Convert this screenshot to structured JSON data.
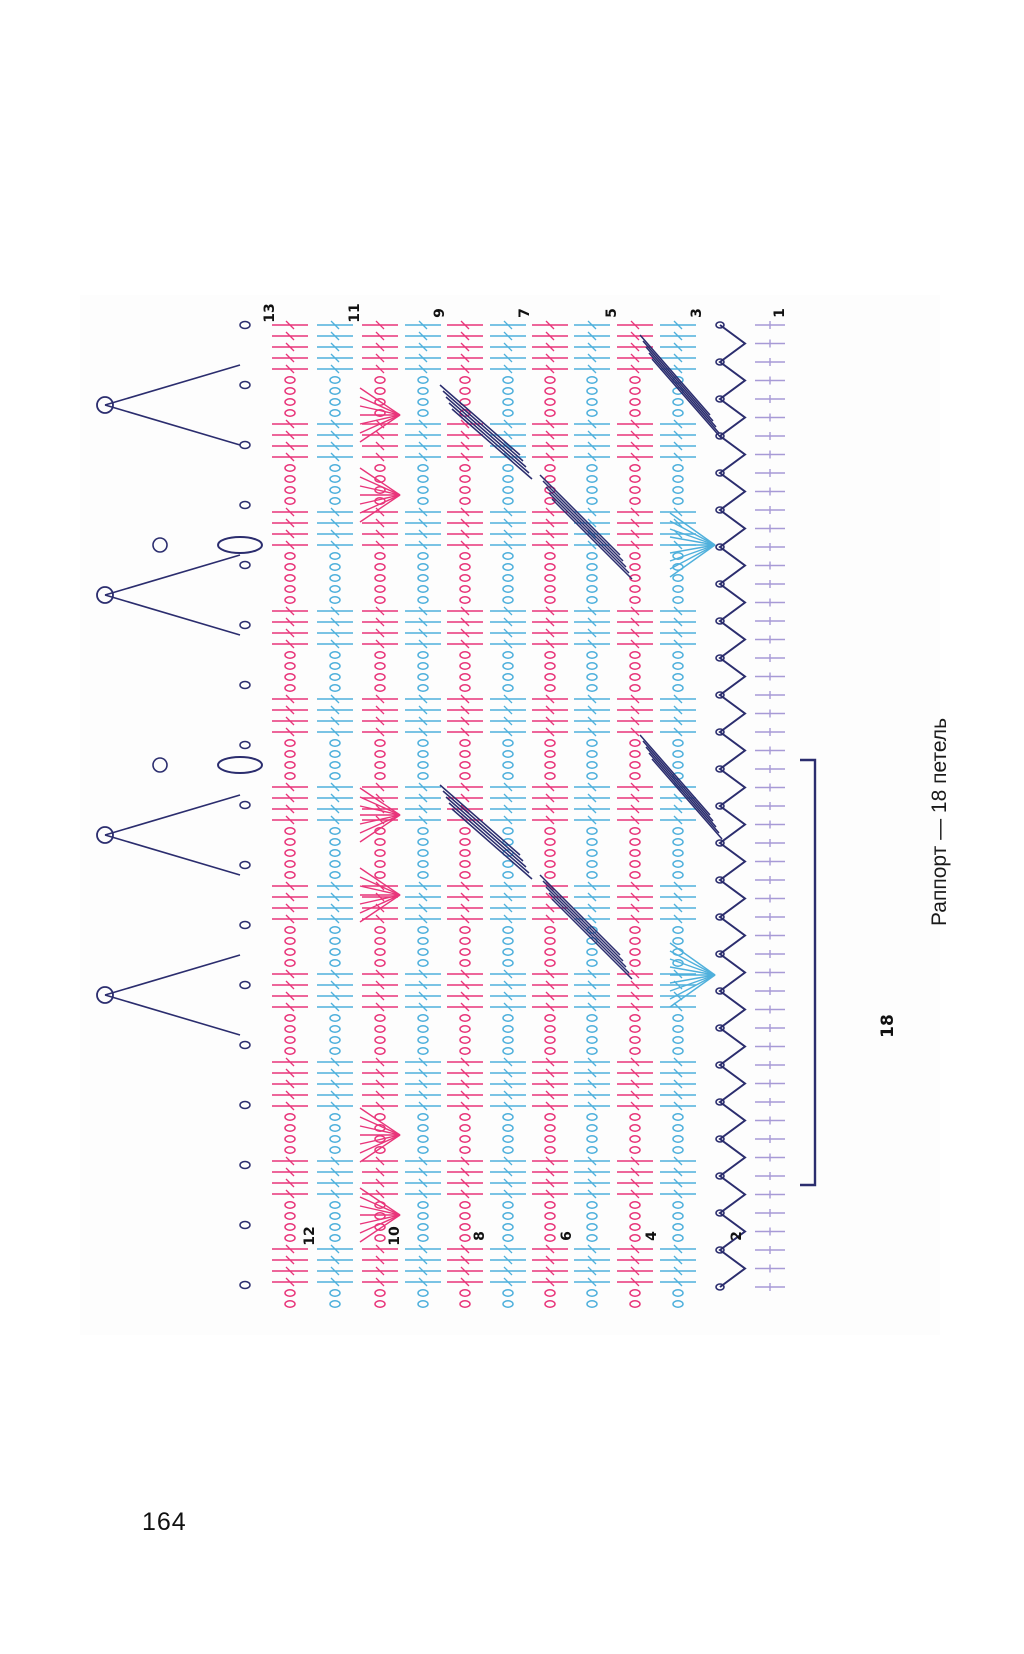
{
  "page_number": "164",
  "repeat": {
    "count_label": "18",
    "caption": "Раппорт — 18 петель"
  },
  "row_labels": {
    "odd": [
      "13",
      "11",
      "9",
      "7",
      "5",
      "3",
      "1"
    ],
    "even": [
      "12",
      "10",
      "8",
      "6",
      "4",
      "2"
    ]
  },
  "colors": {
    "navy": "#2b2d6e",
    "pink": "#e8357a",
    "blue": "#4fb0dc",
    "lavender": "#a79ad6",
    "bracket": "#2b2d6e"
  }
}
